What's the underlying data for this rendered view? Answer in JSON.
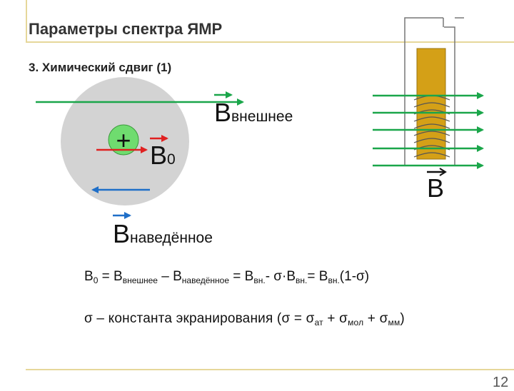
{
  "slide": {
    "title": "Параметры спектра ЯМР",
    "subtitle": "3. Химический сдвиг (1)",
    "page_number": "12"
  },
  "labels": {
    "b_external": {
      "letter": "B",
      "sub": "внешнее"
    },
    "b0": {
      "letter": "B",
      "sub": "0"
    },
    "b_induced": {
      "letter": "B",
      "sub": "наведённое"
    },
    "b_right": {
      "letter": "B"
    },
    "plus": "+"
  },
  "equation": {
    "b0": "B",
    "b0_sub": "0",
    "eq1": " = B",
    "ext_sub": "внешнее",
    "minus": " – B",
    "ind_sub": "наведённое",
    "eq2": " = B",
    "vn_sub1": "вн.",
    "mid": "- σ·B",
    "vn_sub2": "вн.",
    "eq3": "= B",
    "vn_sub3": "вн.",
    "tail": "(1-σ)"
  },
  "sigma_line": {
    "lead": "σ – константа экранирования (σ = σ",
    "at_sub": "ат",
    "plus1": " + σ",
    "mol_sub": "мол",
    "plus2": " + σ",
    "mm_sub": "мм",
    "close": ")"
  },
  "colors": {
    "green_arrow": "#1aa64a",
    "red_arrow": "#e02020",
    "blue_arrow": "#1f6fc8",
    "circle_fill": "#d3d3d3",
    "nucleus_fill": "#6fdc6f",
    "rod_fill": "#d4a017",
    "coil": "#555555"
  }
}
